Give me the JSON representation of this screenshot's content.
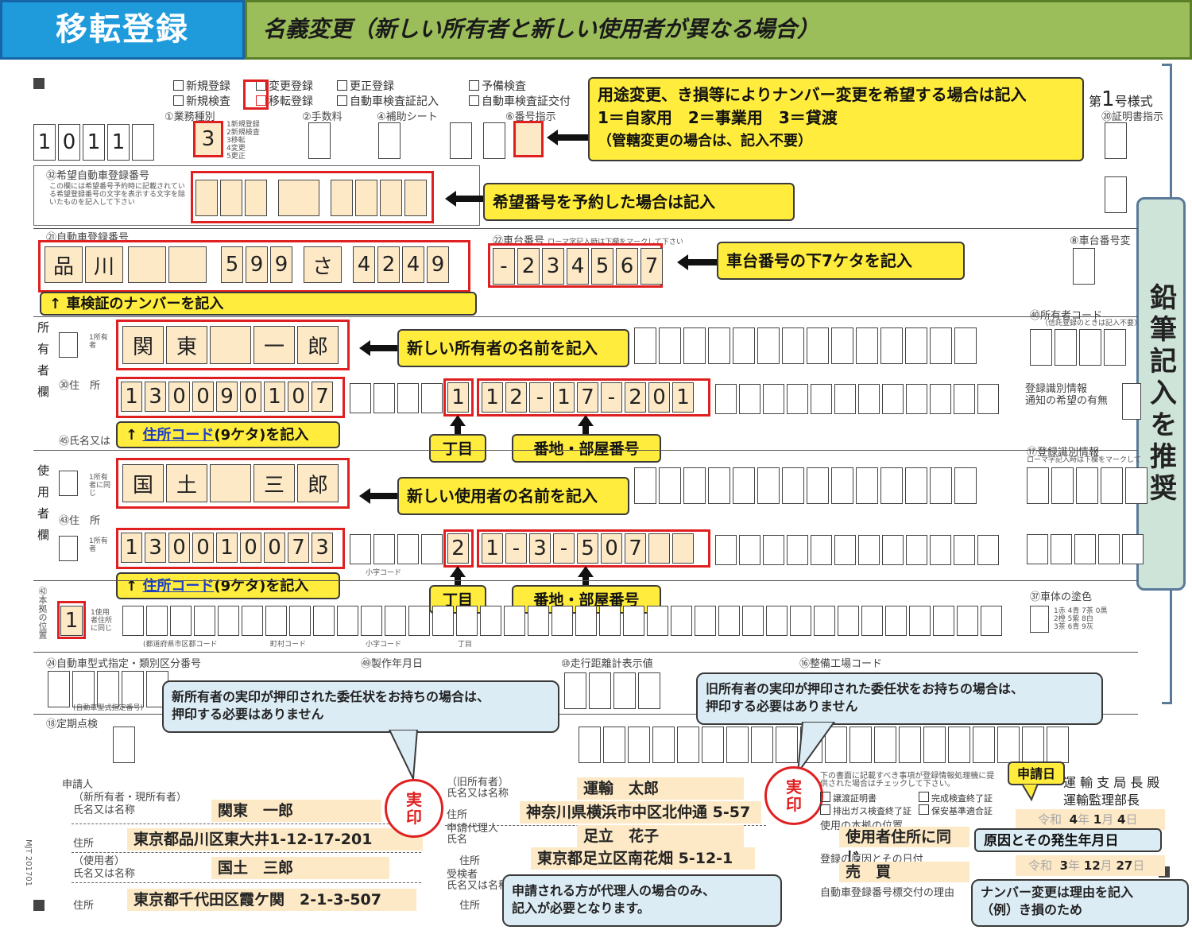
{
  "header": {
    "badge": "移転登録",
    "title": "名義変更（新しい所有者と新しい使用者が異なる場合）"
  },
  "form": {
    "checks_row1": [
      "新規登録",
      "変更登録",
      "更正登録",
      "予備検査"
    ],
    "checks_row2": [
      "新規検査",
      "移転登録",
      "自動車検査証記入",
      "自動車検査証交付"
    ],
    "col_labels": [
      "①業務種別",
      "②手数料",
      "④補助シート",
      "⑥番号指示"
    ],
    "form_no_prefix": "第",
    "form_no": "1",
    "form_no_suffix": "号様式",
    "cert_label": "⑳証明書指示",
    "office_code": [
      "1",
      "0",
      "1",
      "1"
    ],
    "business_type": "3",
    "business_type_opts": "1新規登録\n2新規検査\n3移転\n4変更\n5更正",
    "desired_label": "㉜希望自動車登録番号",
    "desired_desc": "この欄には希望番号予約時に記載されている希望登録番号の文字を表示する文字を除いたものを記入して下さい",
    "reg_label": "㉑自動車登録番号",
    "reg_number": [
      "品",
      "川",
      "",
      "",
      "5",
      "9",
      "9",
      "さ",
      "4",
      "2",
      "4",
      "9"
    ],
    "chassis_label": "㉒車台番号",
    "chassis_hint": "ローマ字記入時は下欄をマークして下さい",
    "chassis_number": [
      "-",
      "2",
      "3",
      "4",
      "5",
      "6",
      "7"
    ],
    "chassis_right_label": "⑧車台番号変",
    "owner_section": "所有者欄",
    "owner_name": [
      "関",
      "東",
      "",
      "一",
      "郎"
    ],
    "owner_check_label": "1所有者",
    "address_label": "㉚住　所",
    "owner_address_code": [
      "1",
      "3",
      "0",
      "0",
      "9",
      "0",
      "1",
      "0",
      "7"
    ],
    "owner_chome": "1",
    "owner_banchi": [
      "1",
      "2",
      "-",
      "1",
      "7",
      "-",
      "2",
      "0",
      "1"
    ],
    "owner_code_label": "㊵所有者コード",
    "owner_code_note": "（信託登録のときは記入不要）",
    "reg_id_label": "登録識別情報\n通知の希望の有無",
    "reg_id2_label": "⑰登録識別情報",
    "reg_id2_hint": "ローマ字記入時は下欄をマークして",
    "user_section": "使用者欄",
    "name_label": "㊺氏名又は",
    "user_name": [
      "国",
      "土",
      "",
      "三",
      "郎"
    ],
    "user_check_label": "1所有者に同じ",
    "user_address_label": "㊸住　所",
    "user_address_code": [
      "1",
      "3",
      "0",
      "0",
      "1",
      "0",
      "0",
      "7",
      "3"
    ],
    "user_chome": "2",
    "user_banchi": [
      "1",
      "-",
      "3",
      "-",
      "5",
      "0",
      "7"
    ],
    "base_label": "㊷本拠の位置",
    "base_check": "1",
    "base_check_label": "1使用者住所に同じ",
    "small_code_label": "小字コード",
    "chome_small": "丁目",
    "pref_code_label": "(都道府県市区郡コード",
    "town_code_label": "町村コード",
    "paint_label": "㊲車体の塗色",
    "paint_opts": "1赤 4青 7茶 0黒\n2橙 5紫 8白\n3茶 6青 9灰",
    "model_label": "㉔自動車型式指定・類別区分番号",
    "model_sub": "(自動車型式指定番号)",
    "year_label": "㊾製作年月日",
    "odo_label": "⑩走行距離計表示値",
    "service_label": "⑯整備工場コード",
    "inspect_label": "⑱定期点検"
  },
  "applicant": {
    "label_applicant": "申請人",
    "label_new_owner": "（新所有者・現所有者）\n氏名又は名称",
    "new_owner_name": "関東　一郎",
    "address_label": "住所",
    "new_owner_address": "東京都品川区東大井1-12-17-201",
    "label_user": "（使用者）\n氏名又は名称",
    "user_name": "国土　三郎",
    "user_address": "東京都千代田区霞ケ関　2-1-3-507",
    "label_old_owner": "（旧所有者）\n氏名又は名称",
    "old_owner_name": "運輸　太郎",
    "old_owner_address": "神奈川県横浜市中区北仲通 5-57",
    "label_agent": "申請代理人\n氏名",
    "agent_name": "足立　花子",
    "agent_address": "東京都足立区南花畑 5-12-1",
    "label_recipient": "受検者\n氏名又は名称",
    "doc_note": "下の書面に記載すべき事項が登録情報処理機に提供された場合はチェックして下さい。",
    "doc_checks": [
      "譲渡証明書",
      "完成検査終了証",
      "排出ガス検査終了証",
      "保安基準適合証"
    ],
    "base_label": "使用の本拠の位置",
    "base_value": "使用者住所に同じ",
    "cause_label": "登録の原因とその日付",
    "cause_value": "売　買",
    "plate_reason_label": "自動車登録番号標交付の理由",
    "office_title": "運 輸 支 局 長 殿\n運輸監理部長",
    "date_era": "令和",
    "date_y": "4",
    "date_m": "1",
    "date_d": "4",
    "cause_era": "令和",
    "cause_y": "3",
    "cause_m": "12",
    "cause_d": "27",
    "y_unit": "年",
    "m_unit": "月",
    "d_unit": "日",
    "side_code": "MJT 201701"
  },
  "annotations": {
    "plate_change": "用途変更、き損等によりナンバー変更を希望する場合は記入",
    "plate_change_l2": "1＝自家用　2＝事業用　3＝貸渡",
    "plate_change_l3": "（管轄変更の場合は、記入不要）",
    "desired": "希望番号を予約した場合は記入",
    "chassis": "車台番号の下7ケタを記入",
    "plate_from_cert": "↑ 車検証のナンバーを記入",
    "owner_name": "新しい所有者の名前を記入",
    "addr_code_prefix": "↑",
    "addr_code_link": "住所コード",
    "addr_code_suffix": "(9ケタ)を記入",
    "chome": "丁目",
    "banchi": "番地・部屋番号",
    "user_name": "新しい使用者の名前を記入",
    "pencil": "鉛筆記入を推奨",
    "new_owner_seal": "新所有者の実印が押印された委任状をお持ちの場合は、\n押印する必要はありません",
    "old_owner_seal": "旧所有者の実印が押印された委任状をお持ちの場合は、\n押印する必要はありません",
    "seal": "実\n印",
    "app_date": "申請日",
    "cause_date": "原因とその発生年月日",
    "agent_only": "申請される方が代理人の場合のみ、\n記入が必要となります。",
    "plate_reason": "ナンバー変更は理由を記入\n（例）き損のため"
  },
  "colors": {
    "header_blue": "#1f9bdc",
    "header_green": "#9bbd5a",
    "annotation_yellow": "#ffec3d",
    "highlight_red": "#e02020",
    "fill_peach": "#fde9c6",
    "callout_blue": "#dcecf5"
  }
}
